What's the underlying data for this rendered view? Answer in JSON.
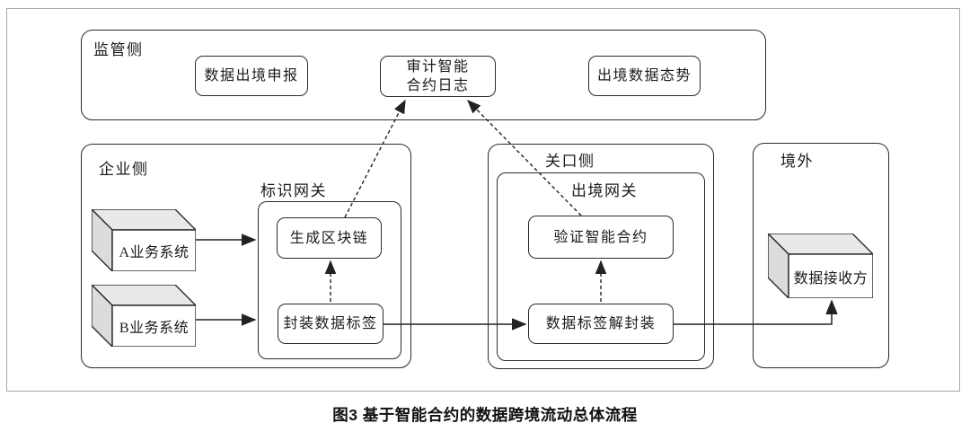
{
  "diagram": {
    "caption": "图3  基于智能合约的数据跨境流动总体流程",
    "colors": {
      "box_border": "#2b2b2b",
      "outer_frame": "#a8a8a8",
      "cube_top": "#e9e9e9",
      "cube_side": "#dcdcdc",
      "arrow": "#222222"
    },
    "regions": {
      "regulator": {
        "label": "监管侧",
        "nodes": {
          "declare": "数据出境申报",
          "audit_line1": "审计智能",
          "audit_line2": "合约日志",
          "situation": "出境数据态势"
        }
      },
      "enterprise": {
        "label": "企业侧",
        "gateway_label": "标识网关",
        "nodes": {
          "sys_a": "A业务系统",
          "sys_b": "B业务系统",
          "gen_chain": "生成区块链",
          "pack": "封装数据标签"
        }
      },
      "border_side": {
        "label": "关口侧",
        "gateway_label": "出境网关",
        "nodes": {
          "verify": "验证智能合约",
          "unpack": "数据标签解封装"
        }
      },
      "overseas": {
        "label": "境外",
        "nodes": {
          "receiver": "数据接收方"
        }
      }
    }
  }
}
